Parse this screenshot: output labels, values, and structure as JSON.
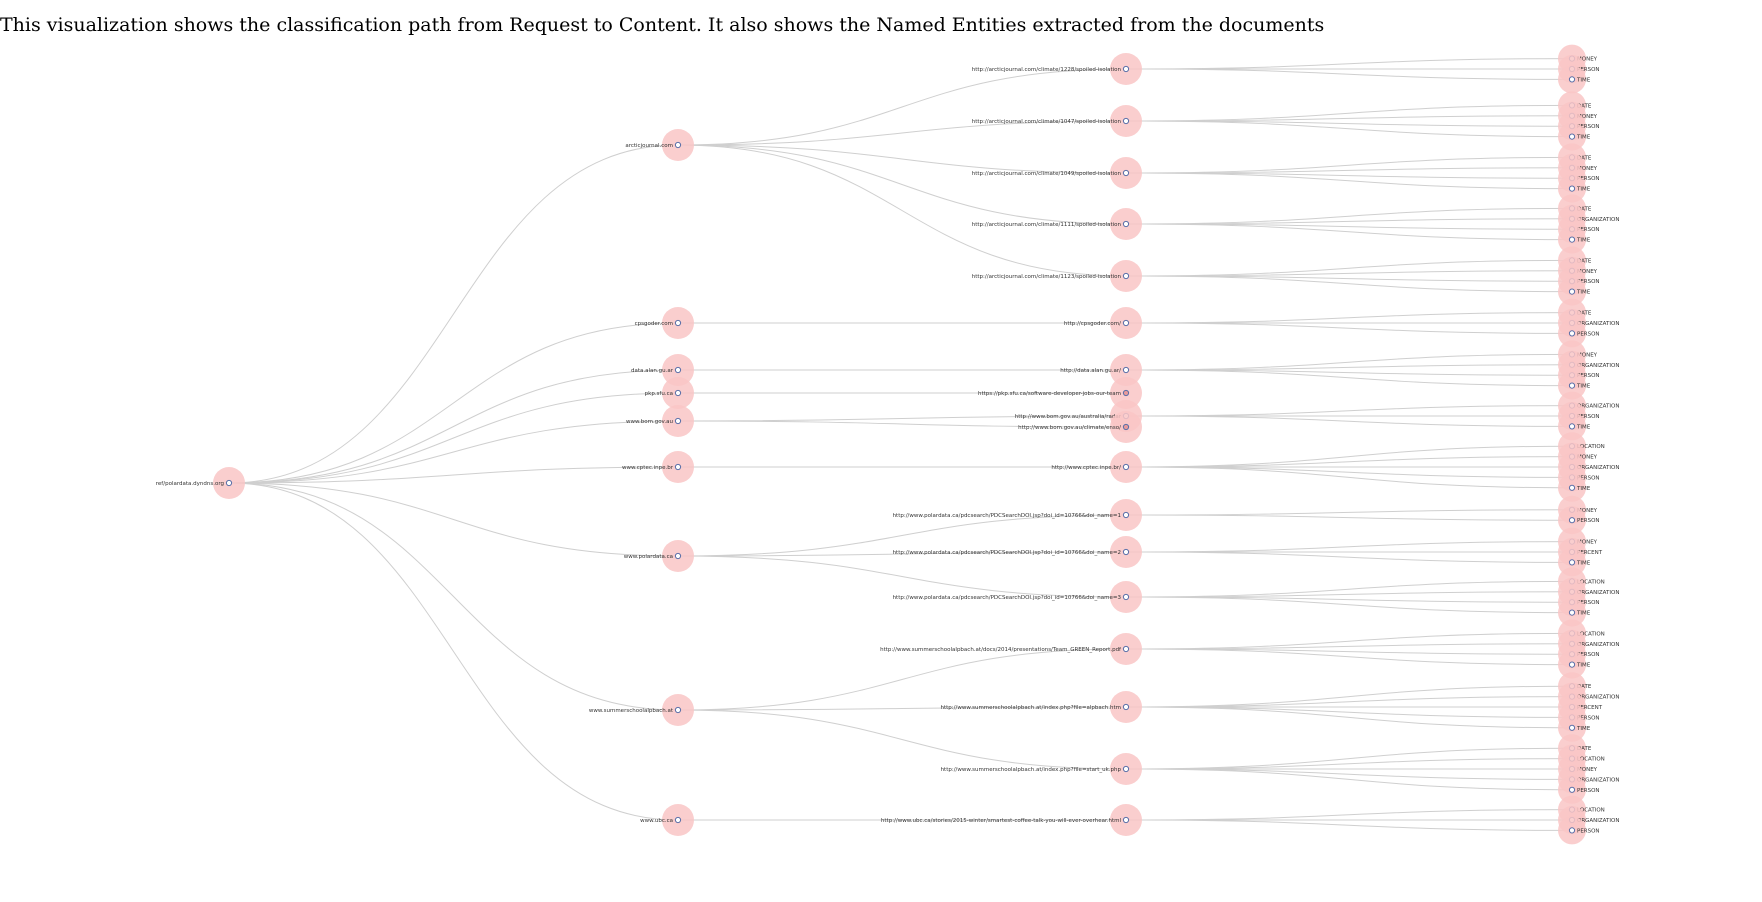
{
  "intro": "This visualization shows the classification path from Request to Content. It also shows the Named Entities extracted from the documents",
  "colors": {
    "link": "#cfcfcf",
    "halo": "#f9c6c6",
    "node_stroke": "#5a6fa8"
  },
  "tree": {
    "root": "ref/polardata.dyndns.org",
    "domains": [
      {
        "name": "arcticjournal.com",
        "pages": [
          {
            "url": "http://arcticjournal.com/climate/1228/spoiled-isolation",
            "entities": [
              "MONEY",
              "PERSON",
              "TIME"
            ]
          },
          {
            "url": "http://arcticjournal.com/climate/1047/spoiled-isolation",
            "entities": [
              "DATE",
              "MONEY",
              "PERSON",
              "TIME"
            ]
          },
          {
            "url": "http://arcticjournal.com/climate/1049/spoiled-isolation",
            "entities": [
              "DATE",
              "MONEY",
              "PERSON",
              "TIME"
            ]
          },
          {
            "url": "http://arcticjournal.com/climate/1111/spoiled-isolation",
            "entities": [
              "DATE",
              "ORGANIZATION",
              "PERSON",
              "TIME"
            ]
          },
          {
            "url": "http://arcticjournal.com/climate/1123/spoiled-isolation",
            "entities": [
              "DATE",
              "MONEY",
              "PERSON",
              "TIME"
            ]
          }
        ]
      },
      {
        "name": "cpsgoder.com",
        "pages": [
          {
            "url": "http://cpsgoder.com/",
            "entities": [
              "DATE",
              "ORGANIZATION",
              "PERSON"
            ]
          }
        ]
      },
      {
        "name": "data.alan.gu.ar",
        "pages": [
          {
            "url": "http://data.alan.gu.ar/",
            "entities": [
              "MONEY",
              "ORGANIZATION",
              "PERSON",
              "TIME"
            ]
          }
        ]
      },
      {
        "name": "pkp.sfu.ca",
        "pages": [
          {
            "url": "https://pkp.sfu.ca/software-developer-jobs-our-team",
            "entities": []
          }
        ]
      },
      {
        "name": "www.bom.gov.au",
        "pages": [
          {
            "url": "http://www.bom.gov.au/australia/radar",
            "entities": [
              "ORGANIZATION",
              "PERSON",
              "TIME"
            ]
          },
          {
            "url": "http://www.bom.gov.au/climate/enso/",
            "entities": []
          }
        ]
      },
      {
        "name": "www.cptec.inpe.br",
        "pages": [
          {
            "url": "http://www.cptec.inpe.br/",
            "entities": [
              "LOCATION",
              "MONEY",
              "ORGANIZATION",
              "PERSON",
              "TIME"
            ]
          }
        ]
      },
      {
        "name": "www.polardata.ca",
        "pages": [
          {
            "url": "http://www.polardata.ca/pdcsearch/PDCSearchDOI.jsp?doi_id=10766&doi_name=1",
            "entities": [
              "MONEY",
              "PERSON"
            ]
          },
          {
            "url": "http://www.polardata.ca/pdcsearch/PDCSearchDOI.jsp?doi_id=10766&doi_name=2",
            "entities": [
              "MONEY",
              "PERCENT",
              "TIME"
            ]
          },
          {
            "url": "http://www.polardata.ca/pdcsearch/PDCSearchDOI.jsp?doi_id=10766&doi_name=3",
            "entities": [
              "LOCATION",
              "ORGANIZATION",
              "PERSON",
              "TIME"
            ]
          }
        ]
      },
      {
        "name": "www.summerschoolalpbach.at",
        "pages": [
          {
            "url": "http://www.summerschoolalpbach.at/docs/2014/presentations/Team_GREEN_Report.pdf",
            "entities": [
              "LOCATION",
              "ORGANIZATION",
              "PERSON",
              "TIME"
            ]
          },
          {
            "url": "http://www.summerschoolalpbach.at/index.php?file=alpbach.htm",
            "entities": [
              "DATE",
              "ORGANIZATION",
              "PERCENT",
              "PERSON",
              "TIME"
            ]
          },
          {
            "url": "http://www.summerschoolalpbach.at/index.php?file=start_uk.php",
            "entities": [
              "DATE",
              "LOCATION",
              "MONEY",
              "ORGANIZATION",
              "PERSON"
            ]
          }
        ]
      },
      {
        "name": "www.ubc.ca",
        "pages": [
          {
            "url": "http://www.ubc.ca/stories/2015-winter/smartest-coffee-talk-you-will-ever-overhear.html",
            "entities": [
              "LOCATION",
              "ORGANIZATION",
              "PERSON"
            ]
          }
        ]
      }
    ]
  }
}
